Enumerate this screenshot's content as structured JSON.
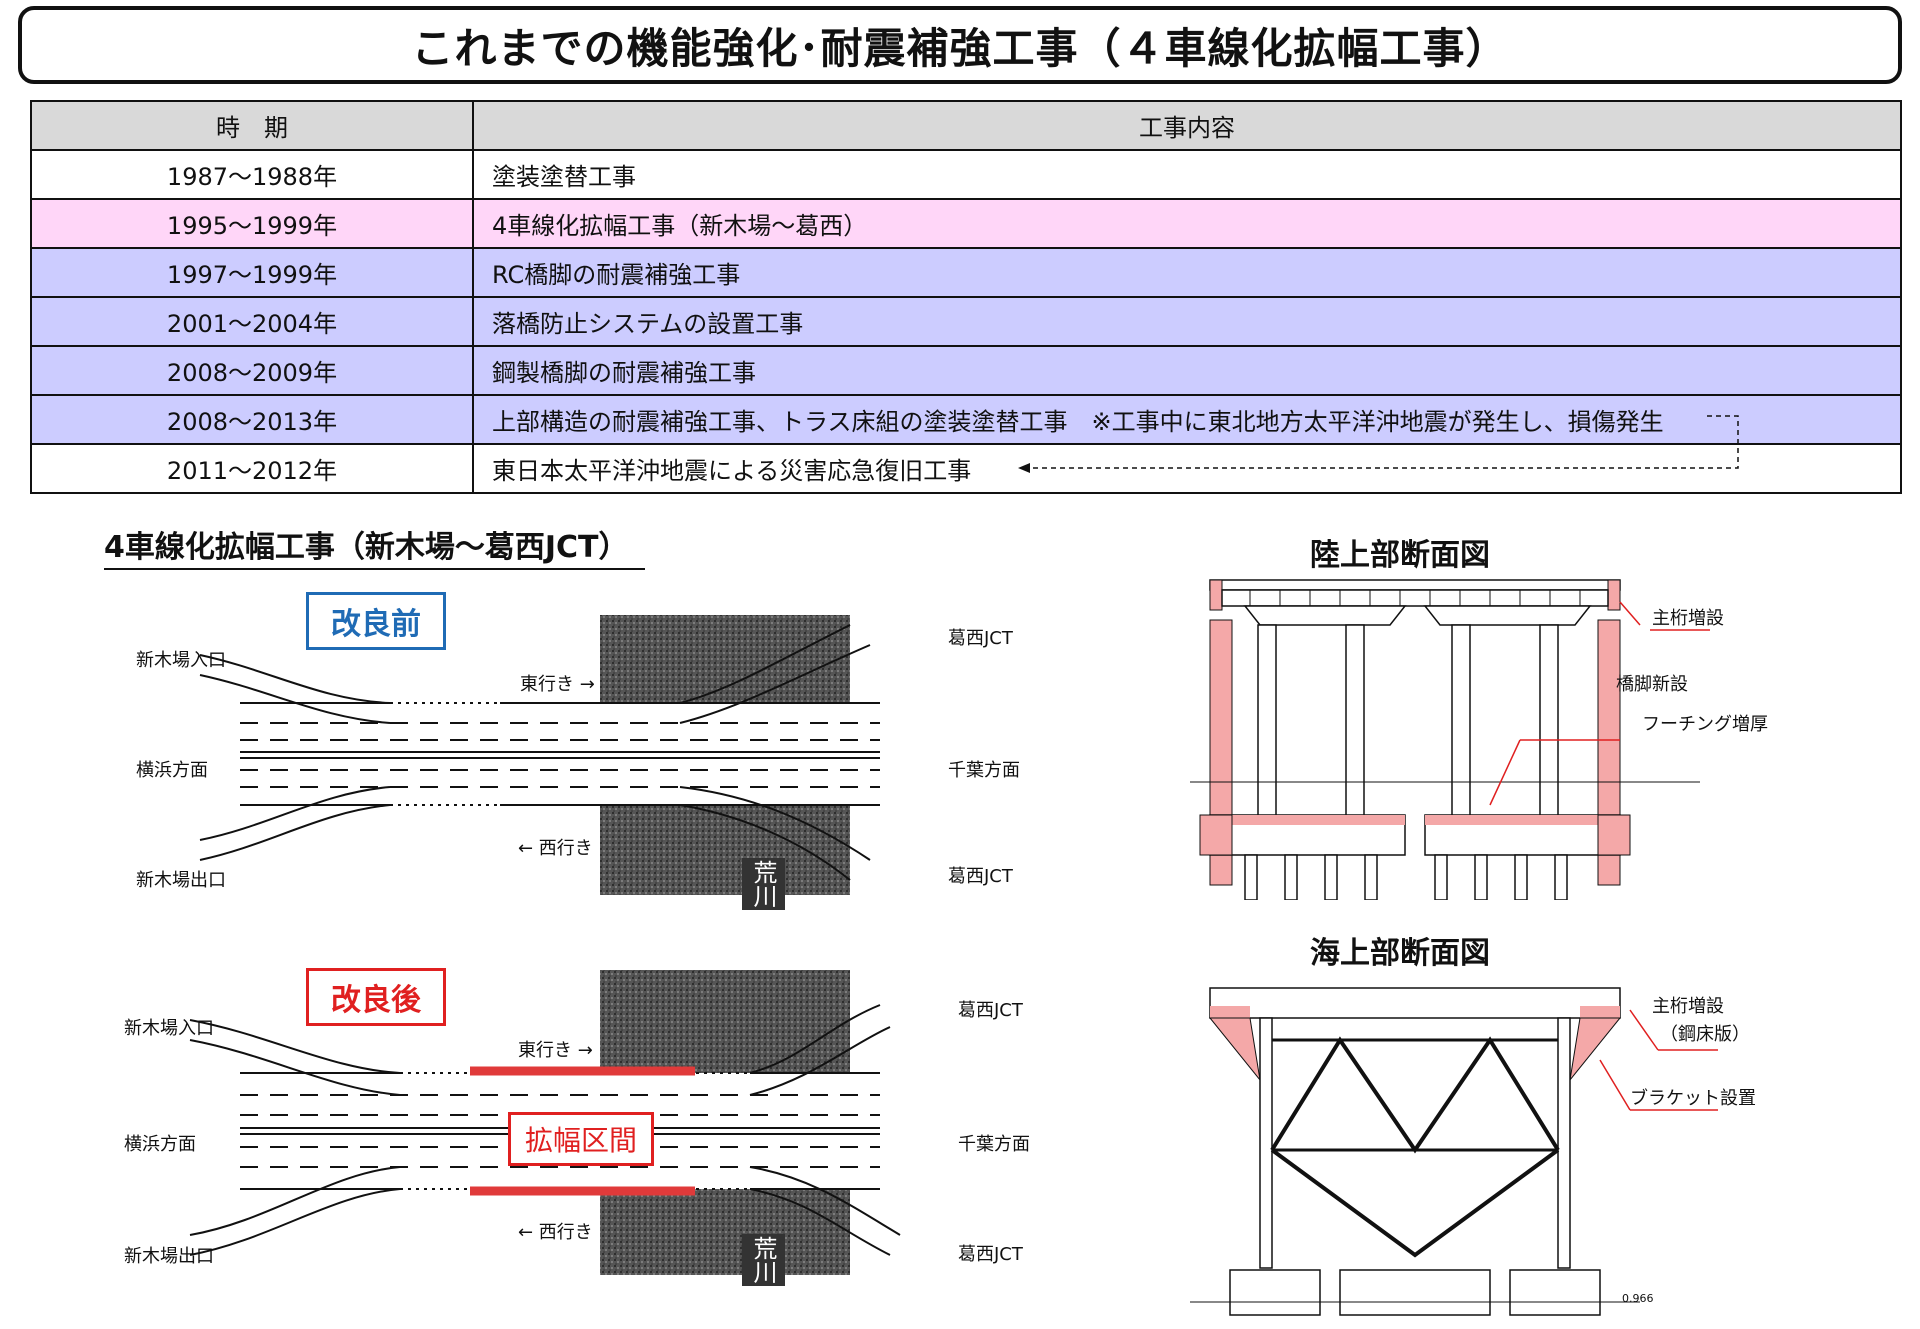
{
  "title": "これまでの機能強化･耐震補強工事（４車線化拡幅工事）",
  "table": {
    "headers": {
      "period": "時　期",
      "content": "工事内容"
    },
    "rows": [
      {
        "period": "1987～1988年",
        "content": "塗装塗替工事",
        "color": "#ffffff"
      },
      {
        "period": "1995～1999年",
        "content": "4車線化拡幅工事（新木場～葛西）",
        "color": "#ffd6f8"
      },
      {
        "period": "1997～1999年",
        "content": "RC橋脚の耐震補強工事",
        "color": "#ccccff"
      },
      {
        "period": "2001～2004年",
        "content": "落橋防止システムの設置工事",
        "color": "#ccccff"
      },
      {
        "period": "2008～2009年",
        "content": "鋼製橋脚の耐震補強工事",
        "color": "#ccccff"
      },
      {
        "period": "2008～2013年",
        "content": "上部構造の耐震補強工事、トラス床組の塗装塗替工事　※工事中に東北地方太平洋沖地震が発生し、損傷発生",
        "color": "#ccccff"
      },
      {
        "period": "2011～2012年",
        "content": "東日本太平洋沖地震による災害応急復旧工事",
        "color": "#ffffff"
      }
    ]
  },
  "widening": {
    "heading": "4車線化拡幅工事（新木場～葛西JCT）",
    "before": {
      "tag": "改良前",
      "labels": {
        "entrance": "新木場入口",
        "exit": "新木場出口",
        "yokohama": "横浜方面",
        "chiba": "千葉方面",
        "kasai_top": "葛西JCT",
        "kasai_bottom": "葛西JCT",
        "east": "東行き →",
        "west": "← 西行き",
        "river": "荒川"
      }
    },
    "after": {
      "tag": "改良後",
      "widen_label": "拡幅区間",
      "labels": {
        "entrance": "新木場入口",
        "exit": "新木場出口",
        "yokohama": "横浜方面",
        "chiba": "千葉方面",
        "kasai_top": "葛西JCT",
        "kasai_bottom": "葛西JCT",
        "east": "東行き →",
        "west": "← 西行き",
        "river": "荒川"
      }
    }
  },
  "land_section": {
    "title": "陸上部断面図",
    "labels": {
      "girder": "主桁増設",
      "pier": "橋脚新設",
      "footing": "フーチング増厚"
    }
  },
  "sea_section": {
    "title": "海上部断面図",
    "labels": {
      "girder": "主桁増設",
      "girder_sub": "（鋼床版）",
      "bracket": "ブラケット設置",
      "scale": "0.966"
    }
  },
  "colors": {
    "highlight": "#f4a8a8",
    "accent_red": "#e02020",
    "accent_blue": "#1f6bb5"
  }
}
